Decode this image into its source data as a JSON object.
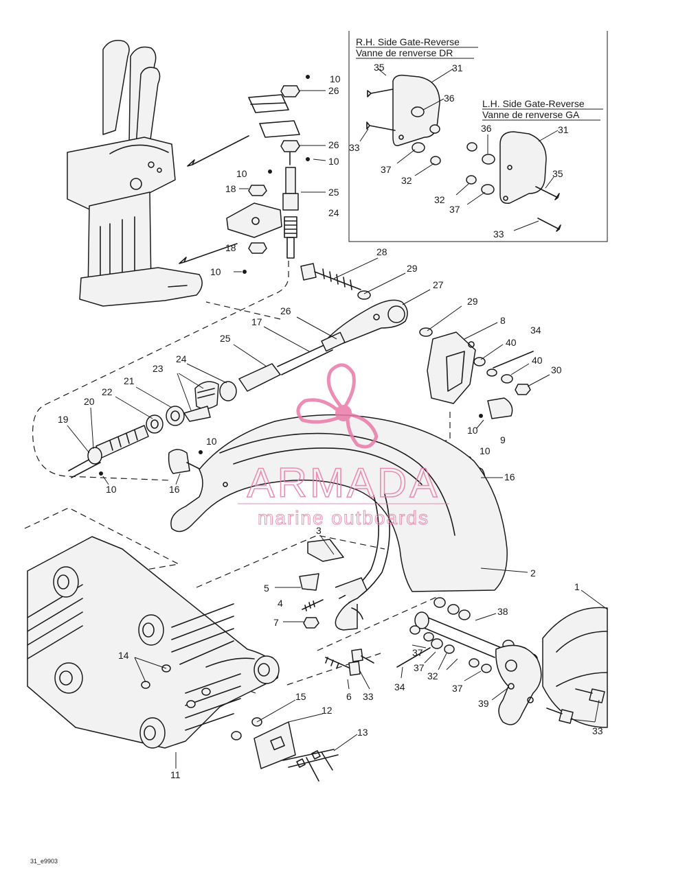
{
  "inset_rh": {
    "title_en": "R.H. Side Gate-Reverse",
    "title_fr": "Vanne de renverse DR"
  },
  "inset_lh": {
    "title_en": "L.H. Side Gate-Reverse",
    "title_fr": "Vanne de renverse GA"
  },
  "callouts": [
    {
      "id": "c1",
      "text": "10"
    },
    {
      "id": "c2",
      "text": "26"
    },
    {
      "id": "c3",
      "text": "26"
    },
    {
      "id": "c4",
      "text": "10"
    },
    {
      "id": "c5",
      "text": "10"
    },
    {
      "id": "c6",
      "text": "18"
    },
    {
      "id": "c7",
      "text": "25"
    },
    {
      "id": "c8",
      "text": "24"
    },
    {
      "id": "c9",
      "text": "18"
    },
    {
      "id": "c10",
      "text": "10"
    },
    {
      "id": "c11",
      "text": "28"
    },
    {
      "id": "c12",
      "text": "29"
    },
    {
      "id": "c13",
      "text": "27"
    },
    {
      "id": "c14",
      "text": "29"
    },
    {
      "id": "c15",
      "text": "8"
    },
    {
      "id": "c16",
      "text": "34"
    },
    {
      "id": "c17",
      "text": "40"
    },
    {
      "id": "c18",
      "text": "40"
    },
    {
      "id": "c19",
      "text": "30"
    },
    {
      "id": "c20",
      "text": "26"
    },
    {
      "id": "c21",
      "text": "17"
    },
    {
      "id": "c22",
      "text": "25"
    },
    {
      "id": "c23",
      "text": "24"
    },
    {
      "id": "c24",
      "text": "23"
    },
    {
      "id": "c25",
      "text": "21"
    },
    {
      "id": "c26",
      "text": "22"
    },
    {
      "id": "c27",
      "text": "20"
    },
    {
      "id": "c28",
      "text": "19"
    },
    {
      "id": "c29",
      "text": "10"
    },
    {
      "id": "c30",
      "text": "10"
    },
    {
      "id": "c31",
      "text": "16"
    },
    {
      "id": "c32",
      "text": "10"
    },
    {
      "id": "c33",
      "text": "9"
    },
    {
      "id": "c34",
      "text": "10"
    },
    {
      "id": "c35",
      "text": "16"
    },
    {
      "id": "c36",
      "text": "3"
    },
    {
      "id": "c37",
      "text": "2"
    },
    {
      "id": "c38",
      "text": "1"
    },
    {
      "id": "c39",
      "text": "5"
    },
    {
      "id": "c40",
      "text": "4"
    },
    {
      "id": "c41",
      "text": "7"
    },
    {
      "id": "c42",
      "text": "38"
    },
    {
      "id": "c43",
      "text": "14"
    },
    {
      "id": "c44",
      "text": "37"
    },
    {
      "id": "c45",
      "text": "37"
    },
    {
      "id": "c46",
      "text": "32"
    },
    {
      "id": "c47",
      "text": "37"
    },
    {
      "id": "c48",
      "text": "34"
    },
    {
      "id": "c49",
      "text": "6"
    },
    {
      "id": "c50",
      "text": "33"
    },
    {
      "id": "c51",
      "text": "39"
    },
    {
      "id": "c52",
      "text": "33"
    },
    {
      "id": "c53",
      "text": "15"
    },
    {
      "id": "c54",
      "text": "12"
    },
    {
      "id": "c55",
      "text": "13"
    },
    {
      "id": "c56",
      "text": "11"
    },
    {
      "id": "c57",
      "text": "35"
    },
    {
      "id": "c58",
      "text": "31"
    },
    {
      "id": "c59",
      "text": "36"
    },
    {
      "id": "c60",
      "text": "33"
    },
    {
      "id": "c61",
      "text": "37"
    },
    {
      "id": "c62",
      "text": "32"
    },
    {
      "id": "c63",
      "text": "36"
    },
    {
      "id": "c64",
      "text": "31"
    },
    {
      "id": "c65",
      "text": "35"
    },
    {
      "id": "c66",
      "text": "32"
    },
    {
      "id": "c67",
      "text": "37"
    },
    {
      "id": "c68",
      "text": "33"
    }
  ],
  "watermark": {
    "brand": "ARMADA",
    "tagline": "marine outboards",
    "color": "#e87aa8"
  },
  "footer": {
    "code": "31_e9903"
  }
}
